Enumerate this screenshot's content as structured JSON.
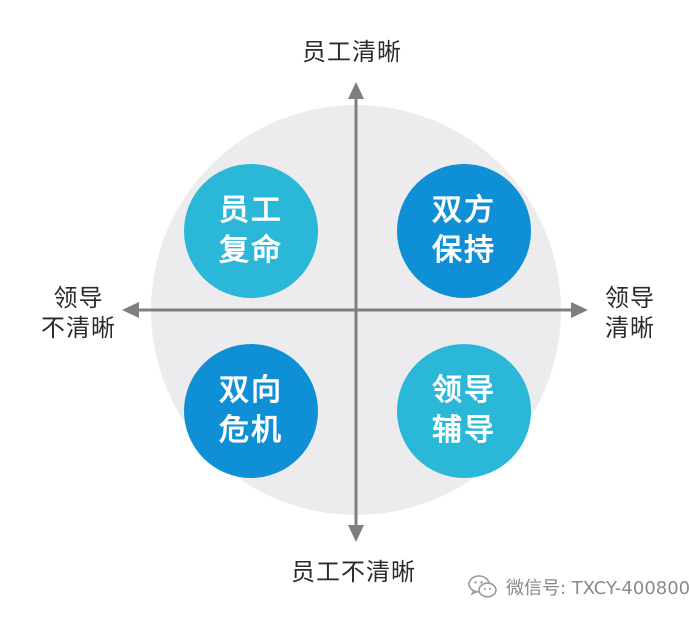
{
  "axes": {
    "top": "员工清晰",
    "bottom": "员工不清晰",
    "left": [
      "领导",
      "不清晰"
    ],
    "right": [
      "领导",
      "清晰"
    ]
  },
  "quadrants": {
    "top_left": {
      "lines": [
        "员工",
        "复命"
      ],
      "color": "#2bb7d8"
    },
    "top_right": {
      "lines": [
        "双方",
        "保持"
      ],
      "color": "#0f8fd6"
    },
    "bottom_left": {
      "lines": [
        "双向",
        "危机"
      ],
      "color": "#0f8fd6"
    },
    "bottom_right": {
      "lines": [
        "领导",
        "辅导"
      ],
      "color": "#2bb7d8"
    }
  },
  "watermark": {
    "text": "微信号: TXCY-400800",
    "icon": "wechat-icon"
  },
  "colors": {
    "background_circle": "#ececee",
    "axis": "#7f7f7f"
  }
}
